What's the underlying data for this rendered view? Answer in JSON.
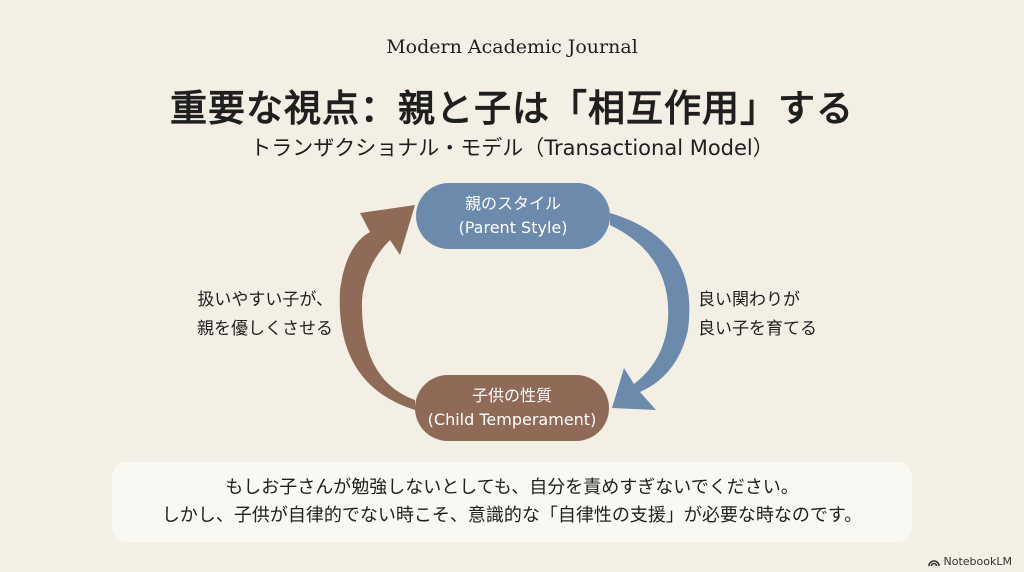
{
  "header": {
    "journal": "Modern Academic Journal",
    "title": "重要な視点：親と子は「相互作用」する",
    "subtitle": "トランザクショナル・モデル（Transactional Model）"
  },
  "diagram": {
    "parent": {
      "line1": "親のスタイル",
      "line2": "(Parent Style)",
      "color": "#6c8aab"
    },
    "child": {
      "line1": "子供の性質",
      "line2": "(Child Temperament)",
      "color": "#8f6a57"
    },
    "left_label": {
      "line1": "扱いやすい子が、",
      "line2": "親を優しくさせる"
    },
    "right_label": {
      "line1": "良い関わりが",
      "line2": "良い子を育てる"
    }
  },
  "note": {
    "line1": "もしお子さんが勉強しないとしても、自分を責めすぎないでください。",
    "line2": "しかし、子供が自律的でない時こそ、意識的な「自律性の支援」が必要な時なのです。"
  },
  "brand": {
    "name": "NotebookLM"
  }
}
